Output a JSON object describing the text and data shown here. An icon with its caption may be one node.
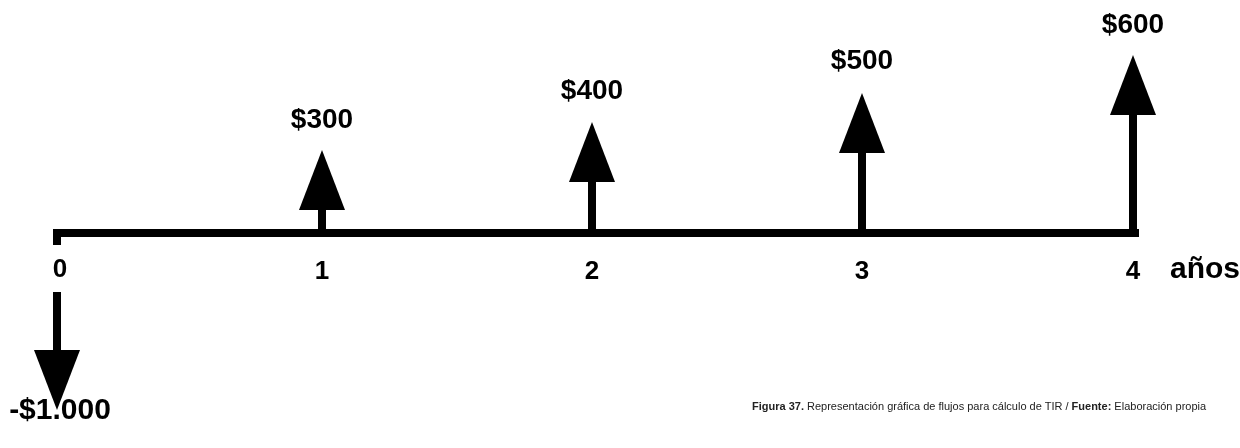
{
  "diagram": {
    "caption": "**Figura 37.** Representación gráfica de flujos para cálculo de TIR / **Fuente:** Elaboración propia",
    "labels": [
      "$600",
      "$500",
      "$400",
      "$300",
      "0",
      "1",
      "2",
      "3",
      "4",
      "años",
      "-$1.000"
    ]
  }
}
